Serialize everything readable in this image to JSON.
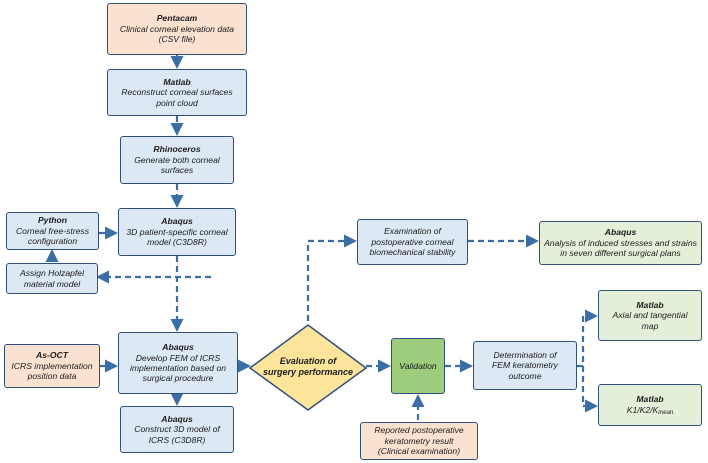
{
  "diagram": {
    "nodes": {
      "pentacam": {
        "title": "Pentacam",
        "lines": [
          "Clinical corneal elevation data",
          "(CSV file)"
        ]
      },
      "matlab_reconstruct": {
        "title": "Matlab",
        "lines": [
          "Reconstruct corneal surfaces",
          "point cloud"
        ]
      },
      "rhinoceros": {
        "title": "Rhinoceros",
        "lines": [
          "Generate both corneal",
          "surfaces"
        ]
      },
      "python": {
        "title": "Python",
        "lines": [
          "Corneal free-stress",
          "configuration"
        ]
      },
      "abaqus_model": {
        "title": "Abaqus",
        "lines": [
          "3D patient-specific corneal",
          "model (C3D8R)"
        ]
      },
      "holzapfel": {
        "lines": [
          "Assign Holzapfel",
          "material model"
        ]
      },
      "asoct": {
        "title": "As-OCT",
        "lines": [
          "ICRS implementation",
          "position data"
        ]
      },
      "abaqus_fem": {
        "title": "Abaqus",
        "lines": [
          "Develop FEM of ICRS",
          "implementation based on",
          "surgical procedure"
        ]
      },
      "abaqus_icrs": {
        "title": "Abaqus",
        "lines": [
          "Construct 3D model of",
          "ICRS (C3D8R)"
        ]
      },
      "evaluation": {
        "lines": [
          "Evaluation of",
          "surgery performance"
        ]
      },
      "examination": {
        "lines": [
          "Examination of",
          "postoperative corneal",
          "biomechanical stability"
        ]
      },
      "abaqus_analysis": {
        "title": "Abaqus",
        "lines": [
          "Analysis of induced stresses and strains",
          "in seven different surgical plans"
        ]
      },
      "validation": {
        "lines": [
          "Validation"
        ]
      },
      "reported": {
        "lines": [
          "Reported postoperative",
          "keratometry result",
          "(Clinical examination)"
        ]
      },
      "determination": {
        "lines": [
          "Determination of",
          "FEM keratometry",
          "outcome"
        ]
      },
      "matlab_axial": {
        "title": "Matlab",
        "lines": [
          "Axial and tangential map"
        ]
      },
      "matlab_k": {
        "title": "Matlab",
        "k_main": "K1/K2/K",
        "k_sub": "mean"
      }
    }
  },
  "colors": {
    "border": "#2f4f7f",
    "arrow": "#3b6ea5",
    "blue_fill": "#dce8f4",
    "orange_fill": "#fbe1d0",
    "green_fill": "#e3efd8",
    "validation_fill": "#9ccc7c",
    "decision_fill": "#fde49b"
  }
}
